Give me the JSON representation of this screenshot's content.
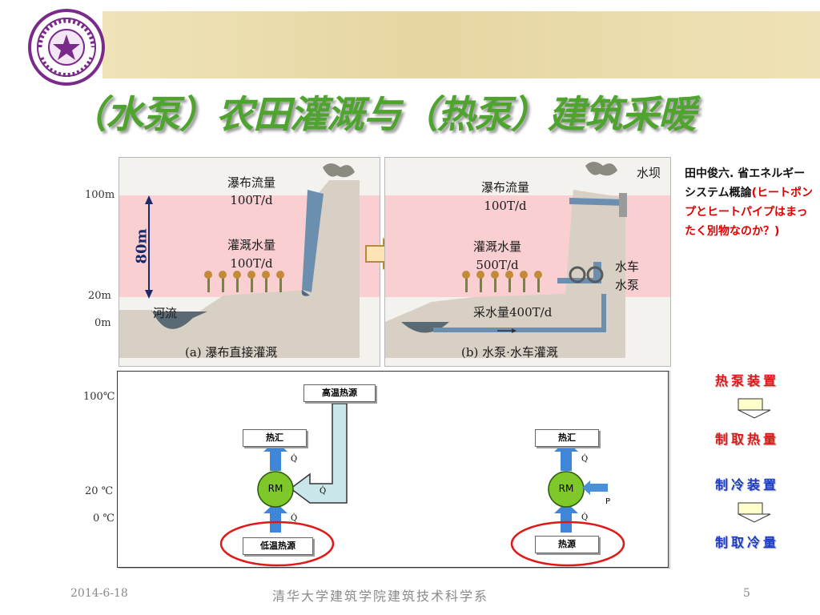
{
  "title": "（水泵）农田灌溉与（热泵）建筑采暖",
  "panel_a": {
    "flow_label": "瀑布流量",
    "flow_value": "100T/d",
    "irr_label": "灌溉水量",
    "irr_value": "100T/d",
    "height_label": "80m",
    "river": "河流",
    "caption": "(a) 瀑布直接灌溉",
    "levels": [
      "100m",
      "20m",
      "0m"
    ]
  },
  "panel_b": {
    "flow_label": "瀑布流量",
    "flow_value": "100T/d",
    "irr_label": "灌溉水量",
    "irr_value": "500T/d",
    "dam": "水坝",
    "wheel": "水车",
    "pump": "水泵",
    "intake": "采水量400T/d",
    "caption": "(b) 水泵·水车灌溉"
  },
  "reference": {
    "author": "田中俊六. 省エネルギーシステム概論",
    "note": "(ヒートポンプとヒートパイプはまったく別物なのか？)"
  },
  "flow_chart": {
    "heat_pump": "热泵装置",
    "take_heat": "制取热量",
    "cooling": "制冷装置",
    "take_cold": "制取冷量"
  },
  "thermo": {
    "temps": [
      "100℃",
      "20 ℃",
      "0 ℃"
    ],
    "high_source": "高温热源",
    "sink_left": "热汇",
    "sink_right": "热汇",
    "rm_left": "RM",
    "rm_right": "RM",
    "q_top_left": "Q̇",
    "q_mid_left": "Q̇",
    "q_bottom_left": "Q̇",
    "q_top_right": "Q̇",
    "q_bottom_right": "Q̇",
    "p_label": "P",
    "low_source": "低温热源",
    "source_right": "热源"
  },
  "footer": {
    "date": "2014-6-18",
    "institution": "清华大学建筑学院建筑技术科学系",
    "page": "5"
  },
  "colors": {
    "title_green": "#4fa42f",
    "band_pink": "#f9cfd2",
    "pump_blue": "#3f86d8",
    "rm_green": "#7ec82a",
    "highlight_red": "#e01818",
    "flow_red": "#e01818",
    "flow_blue": "#1a3cc8"
  }
}
